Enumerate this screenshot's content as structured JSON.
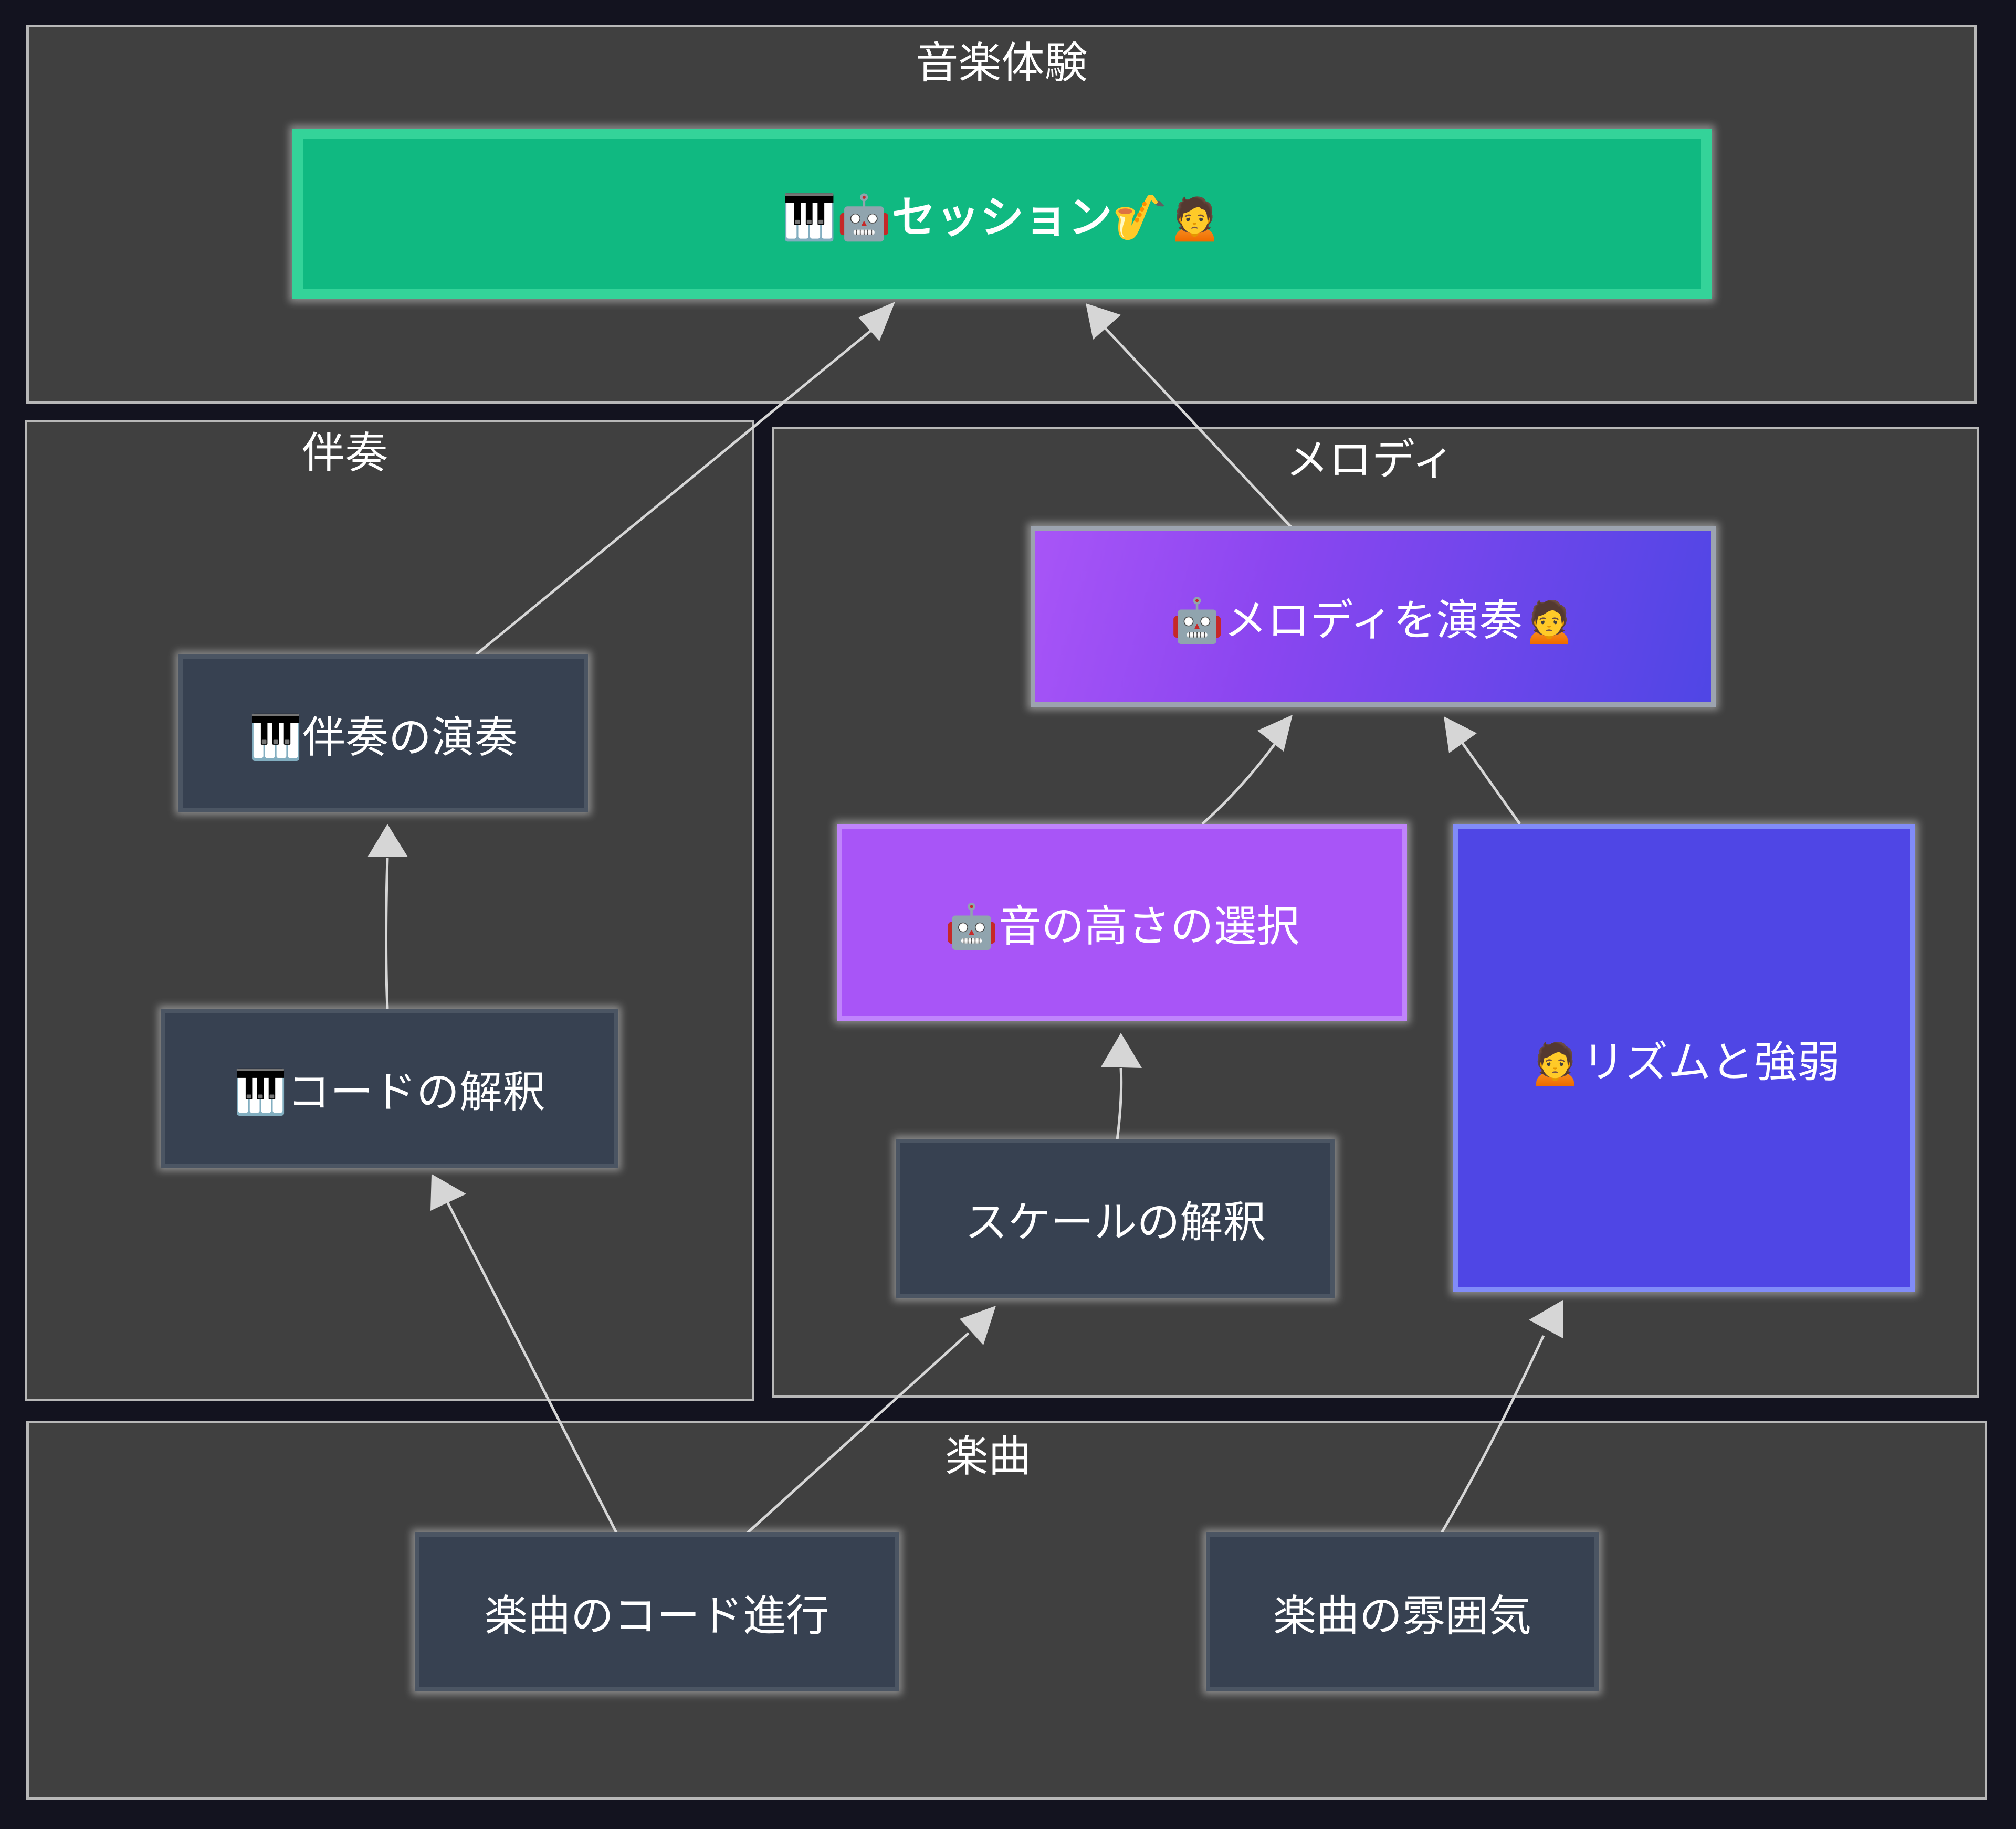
{
  "clusters": {
    "experience": "音楽体験",
    "accompaniment": "伴奏",
    "melody": "メロディ",
    "song": "楽曲"
  },
  "nodes": {
    "session": "🎹🤖セッション🎷🙍",
    "accompaniment_play": "🎹伴奏の演奏",
    "chord_interpretation": "🎹コードの解釈",
    "melody_play": "🤖メロディを演奏🙍",
    "pitch_selection": "🤖音の高さの選択",
    "rhythm_dynamics": "🙍リズムと強弱",
    "scale_interpretation": "スケールの解釈",
    "song_chord_progression": "楽曲のコード進行",
    "song_atmosphere": "楽曲の雰囲気"
  },
  "edges": [
    {
      "from": "accompaniment_play",
      "to": "session"
    },
    {
      "from": "melody_play",
      "to": "session"
    },
    {
      "from": "chord_interpretation",
      "to": "accompaniment_play"
    },
    {
      "from": "pitch_selection",
      "to": "melody_play"
    },
    {
      "from": "rhythm_dynamics",
      "to": "melody_play"
    },
    {
      "from": "scale_interpretation",
      "to": "pitch_selection"
    },
    {
      "from": "song_chord_progression",
      "to": "chord_interpretation"
    },
    {
      "from": "song_chord_progression",
      "to": "scale_interpretation"
    },
    {
      "from": "song_atmosphere",
      "to": "rhythm_dynamics"
    }
  ],
  "colors": {
    "background": "#13131f",
    "cluster_fill": "#404040",
    "node_dark": "#374151",
    "node_green": "#10b981",
    "node_purple": "#a855f7",
    "node_indigo": "#4f46e5",
    "edge": "#d6d6d6"
  }
}
